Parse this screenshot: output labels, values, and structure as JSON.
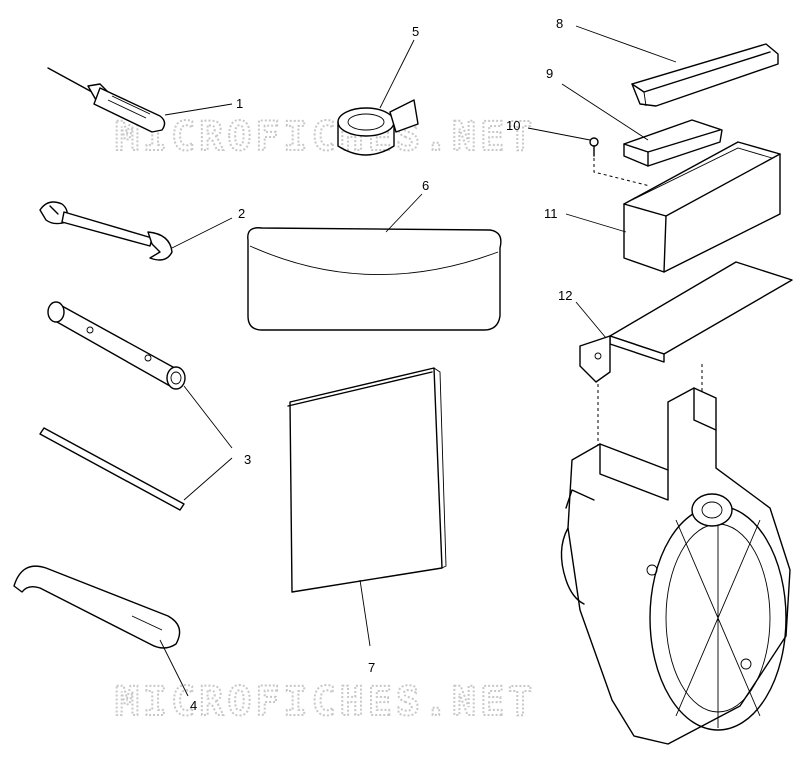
{
  "watermark": "MICROFICHES.NET",
  "callouts": [
    "1",
    "2",
    "3",
    "4",
    "5",
    "6",
    "7",
    "8",
    "9",
    "10",
    "11",
    "12"
  ]
}
